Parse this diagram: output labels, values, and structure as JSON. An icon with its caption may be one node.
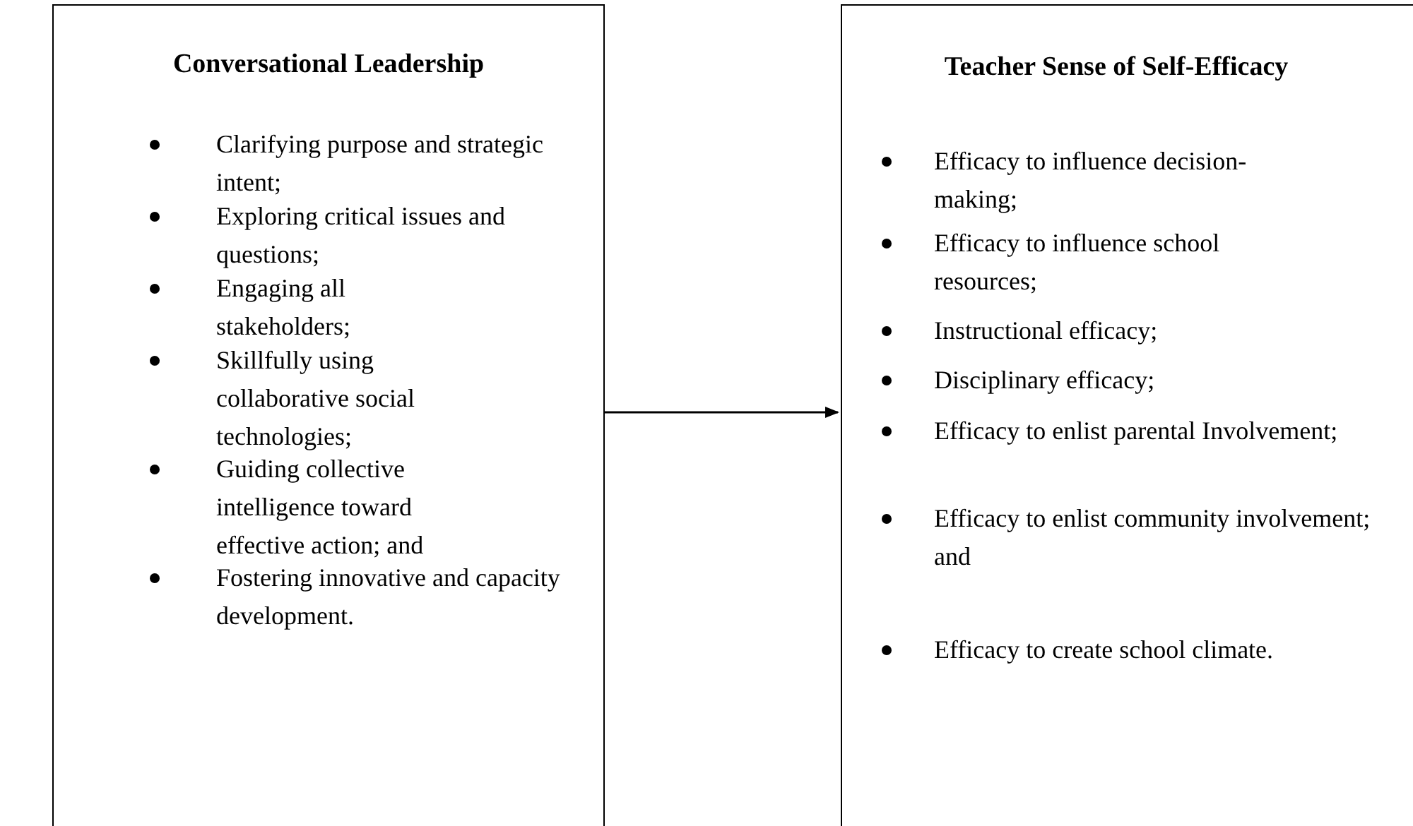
{
  "diagram": {
    "nodes": [
      {
        "text": [
          "Conversational Leadership",
          "Clarifying purpose and strategic intent;",
          "Exploring critical issues and questions;",
          "Engaging all stakeholders;",
          "Skillfully using collaborative social technologies;",
          "Guiding collective intelligence toward effective action; and",
          "Fostering innovative and capacity development."
        ]
      },
      {
        "text": [
          "Teacher Sense of Self-Efficacy",
          "Efficacy to influence decision-making;",
          "Efficacy to influence school resources;",
          "Instructional efficacy;",
          "Disciplinary efficacy;",
          "Efficacy to enlist parental Involvement;",
          "Efficacy to enlist community involvement; and",
          "Efficacy to create school climate."
        ]
      }
    ],
    "edges": [
      {
        "from": 0,
        "to": 1,
        "arrow": "to"
      }
    ]
  }
}
